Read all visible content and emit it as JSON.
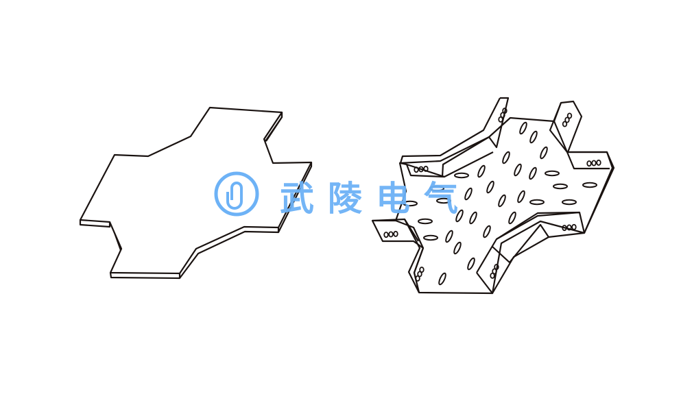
{
  "watermark": {
    "brand_text": "武陵电气",
    "color": "#6db2f6"
  },
  "figures": [
    {
      "name": "cross-cover-plate"
    },
    {
      "name": "perforated-cable-tray-cross"
    }
  ]
}
